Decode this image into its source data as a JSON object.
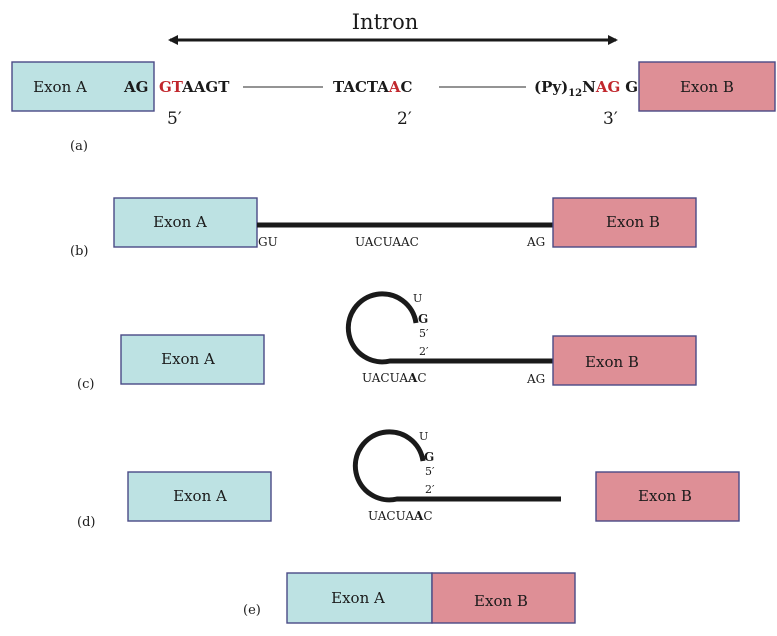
{
  "intron_label": "Intron",
  "exon_a": "Exon A",
  "exon_b": "Exon B",
  "panel_a": {
    "label": "(a)",
    "ag_left": "AG",
    "gt_red": "GT",
    "gt_rest": "AAGT",
    "branch_pre": "TACTA",
    "branch_a": "A",
    "branch_post": "C",
    "py": "(Py)",
    "py_sub": "12",
    "n": "N",
    "ag_red": "AG",
    "g_right": "G",
    "prime5": "5′",
    "prime2": "2′",
    "prime3": "3′"
  },
  "panel_b": {
    "label": "(b)",
    "gu": "GU",
    "branch": "UACUAAC",
    "ag": "AG"
  },
  "panel_c": {
    "label": "(c)",
    "u": "U",
    "g": "G",
    "prime5": "5′",
    "prime2": "2′",
    "branch_pre": "UACUA",
    "branch_a": "A",
    "branch_post": "C",
    "ag": "AG"
  },
  "panel_d": {
    "label": "(d)",
    "u": "U",
    "g": "G",
    "prime5": "5′",
    "prime2": "2′",
    "branch_pre": "UACUA",
    "branch_a": "A",
    "branch_post": "C"
  },
  "panel_e": {
    "label": "(e)"
  },
  "colors": {
    "exon_a_fill": "#bde2e3",
    "exon_b_fill": "#de8f96",
    "highlight_red": "#c1272d"
  }
}
